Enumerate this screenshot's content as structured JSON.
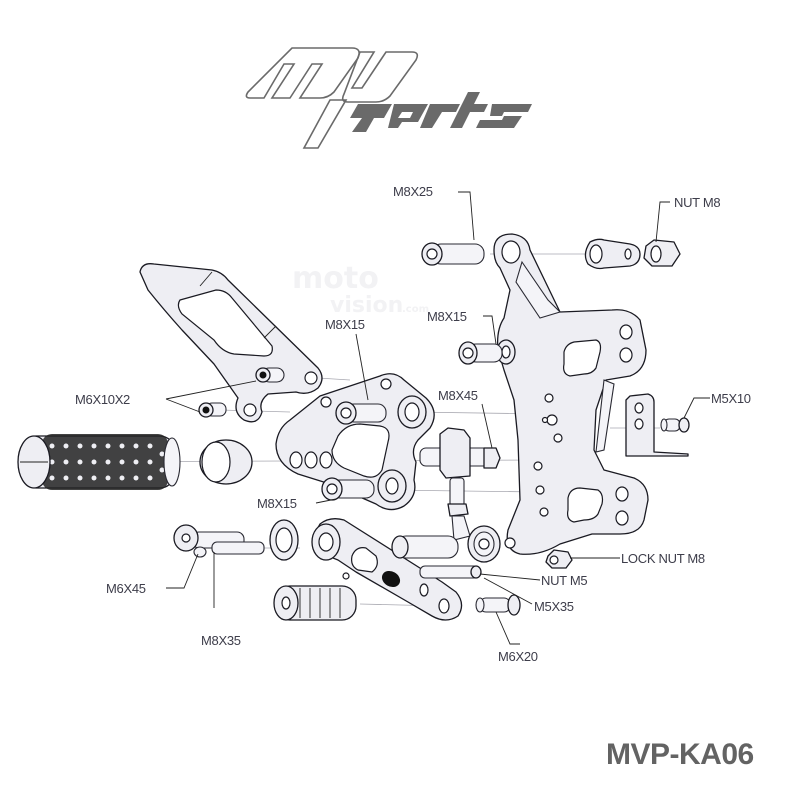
{
  "brand": {
    "logo_text_top": "mv",
    "logo_text_bottom": "parts",
    "watermark_line1": "moto",
    "watermark_line2": "vision",
    "watermark_suffix": ".com"
  },
  "product_code": "MVP-KA06",
  "labels": {
    "m8x25": "M8X25",
    "nut_m8": "NUT M8",
    "m8x15_upper": "M8X15",
    "m8x15_center": "M8X15",
    "m6x10x2": "M6X10X2",
    "m8x45": "M8X45",
    "m5x10": "M5X10",
    "m8x15_lower": "M8X15",
    "lock_nut_m8": "LOCK NUT M8",
    "nut_m5": "NUT M5",
    "m6x45": "M6X45",
    "m5x35": "M5X35",
    "m8x35": "M8X35",
    "m6x20": "M6X20"
  },
  "colors": {
    "part_fill": "#eeeef3",
    "outline": "#1a1a22",
    "label_text": "#3d3d4a",
    "code_text": "#636363",
    "logo": "#6a6a6a"
  }
}
